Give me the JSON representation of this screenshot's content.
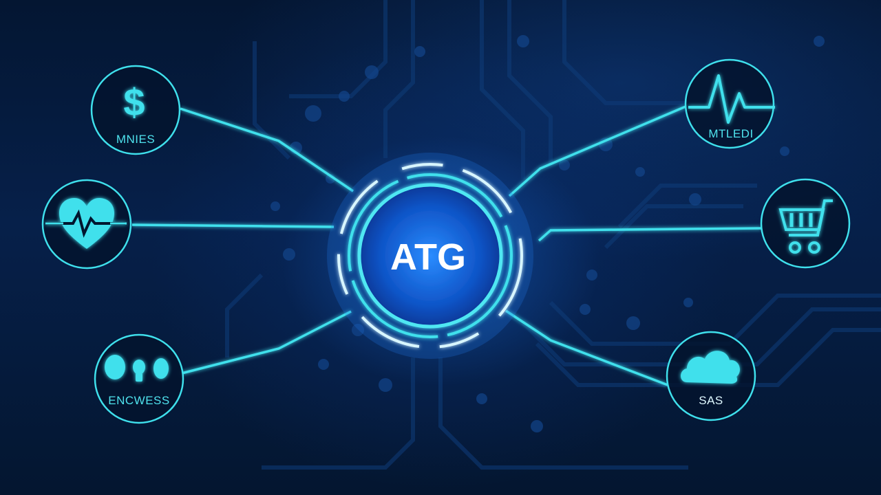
{
  "center": {
    "label": "ATG"
  },
  "nodes": [
    {
      "id": "money",
      "icon": "dollar-icon",
      "label": "MNIES"
    },
    {
      "id": "health",
      "icon": "heart-pulse-icon",
      "label": ""
    },
    {
      "id": "wellness",
      "icon": "bulbs-icon",
      "label": "ENCWESS"
    },
    {
      "id": "medical",
      "icon": "pulse-wave-icon",
      "label": "MTLEDI"
    },
    {
      "id": "retail",
      "icon": "shopping-cart-icon",
      "label": ""
    },
    {
      "id": "cloud",
      "icon": "cloud-icon",
      "label": "SAS"
    }
  ],
  "colors": {
    "accent": "#3fe0ec",
    "background": "#04142e",
    "glow": "#1e78e6",
    "center_text": "#ffffff"
  }
}
